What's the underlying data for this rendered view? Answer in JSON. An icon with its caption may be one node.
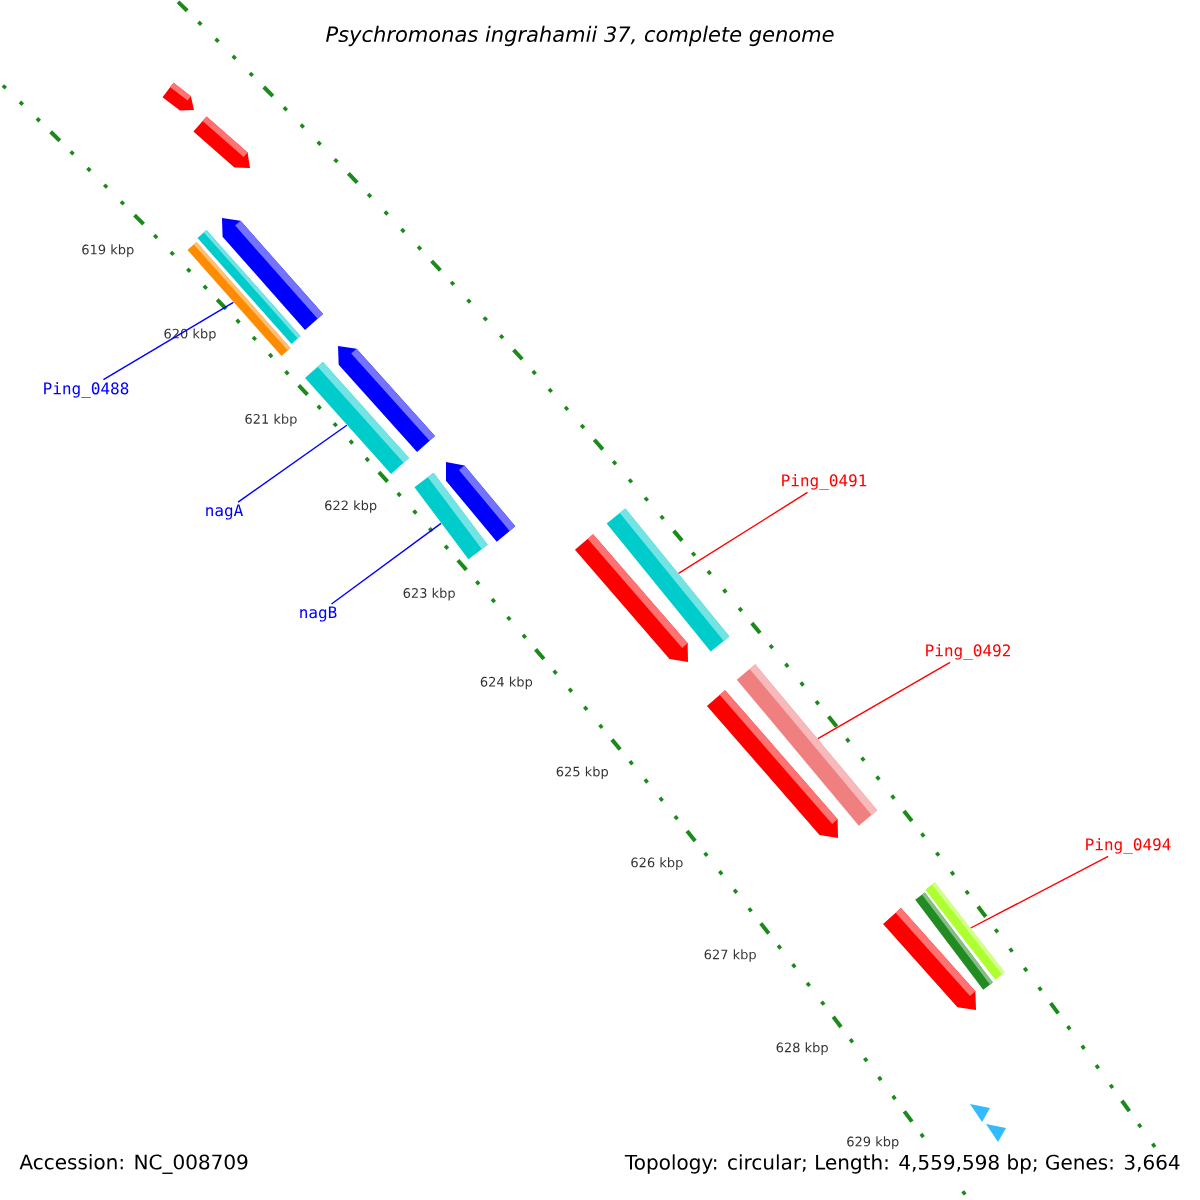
{
  "diagram": {
    "title": "Psychromonas ingrahamii 37, complete genome",
    "nodes": [
      {
        "text": [
          "Ping_0488"
        ]
      },
      {
        "text": [
          "nagA"
        ]
      },
      {
        "text": [
          "nagB"
        ]
      },
      {
        "text": [
          "Ping_0491"
        ]
      },
      {
        "text": [
          "Ping_0492"
        ]
      },
      {
        "text": [
          "Ping_0494"
        ]
      },
      {
        "text": [],
        "shape": "bar"
      },
      {
        "text": [],
        "shape": "bar"
      },
      {
        "text": [],
        "shape": "bar"
      },
      {
        "text": [],
        "shape": "bar"
      },
      {
        "text": [],
        "shape": "bar"
      },
      {
        "text": [],
        "shape": "bar"
      }
    ],
    "edges": [
      {
        "from": 0,
        "to": 6,
        "arrow": "none",
        "color": "#0000ff"
      },
      {
        "from": 1,
        "to": 7,
        "arrow": "none",
        "color": "#0000ff"
      },
      {
        "from": 2,
        "to": 8,
        "arrow": "none",
        "color": "#0000ff"
      },
      {
        "from": 3,
        "to": 9,
        "arrow": "none",
        "color": "#ff0000"
      },
      {
        "from": 4,
        "to": 10,
        "arrow": "none",
        "color": "#ff0000"
      },
      {
        "from": 5,
        "to": 11,
        "arrow": "none",
        "color": "#ff0000"
      }
    ],
    "labels": [
      "619 kbp",
      "620 kbp",
      "621 kbp",
      "622 kbp",
      "623 kbp",
      "624 kbp",
      "625 kbp",
      "626 kbp",
      "627 kbp",
      "628 kbp",
      "629 kbp",
      "Accession: NC_008709",
      "Topology: circular; Length: 4,559,598 bp; Genes: 3,664"
    ]
  }
}
